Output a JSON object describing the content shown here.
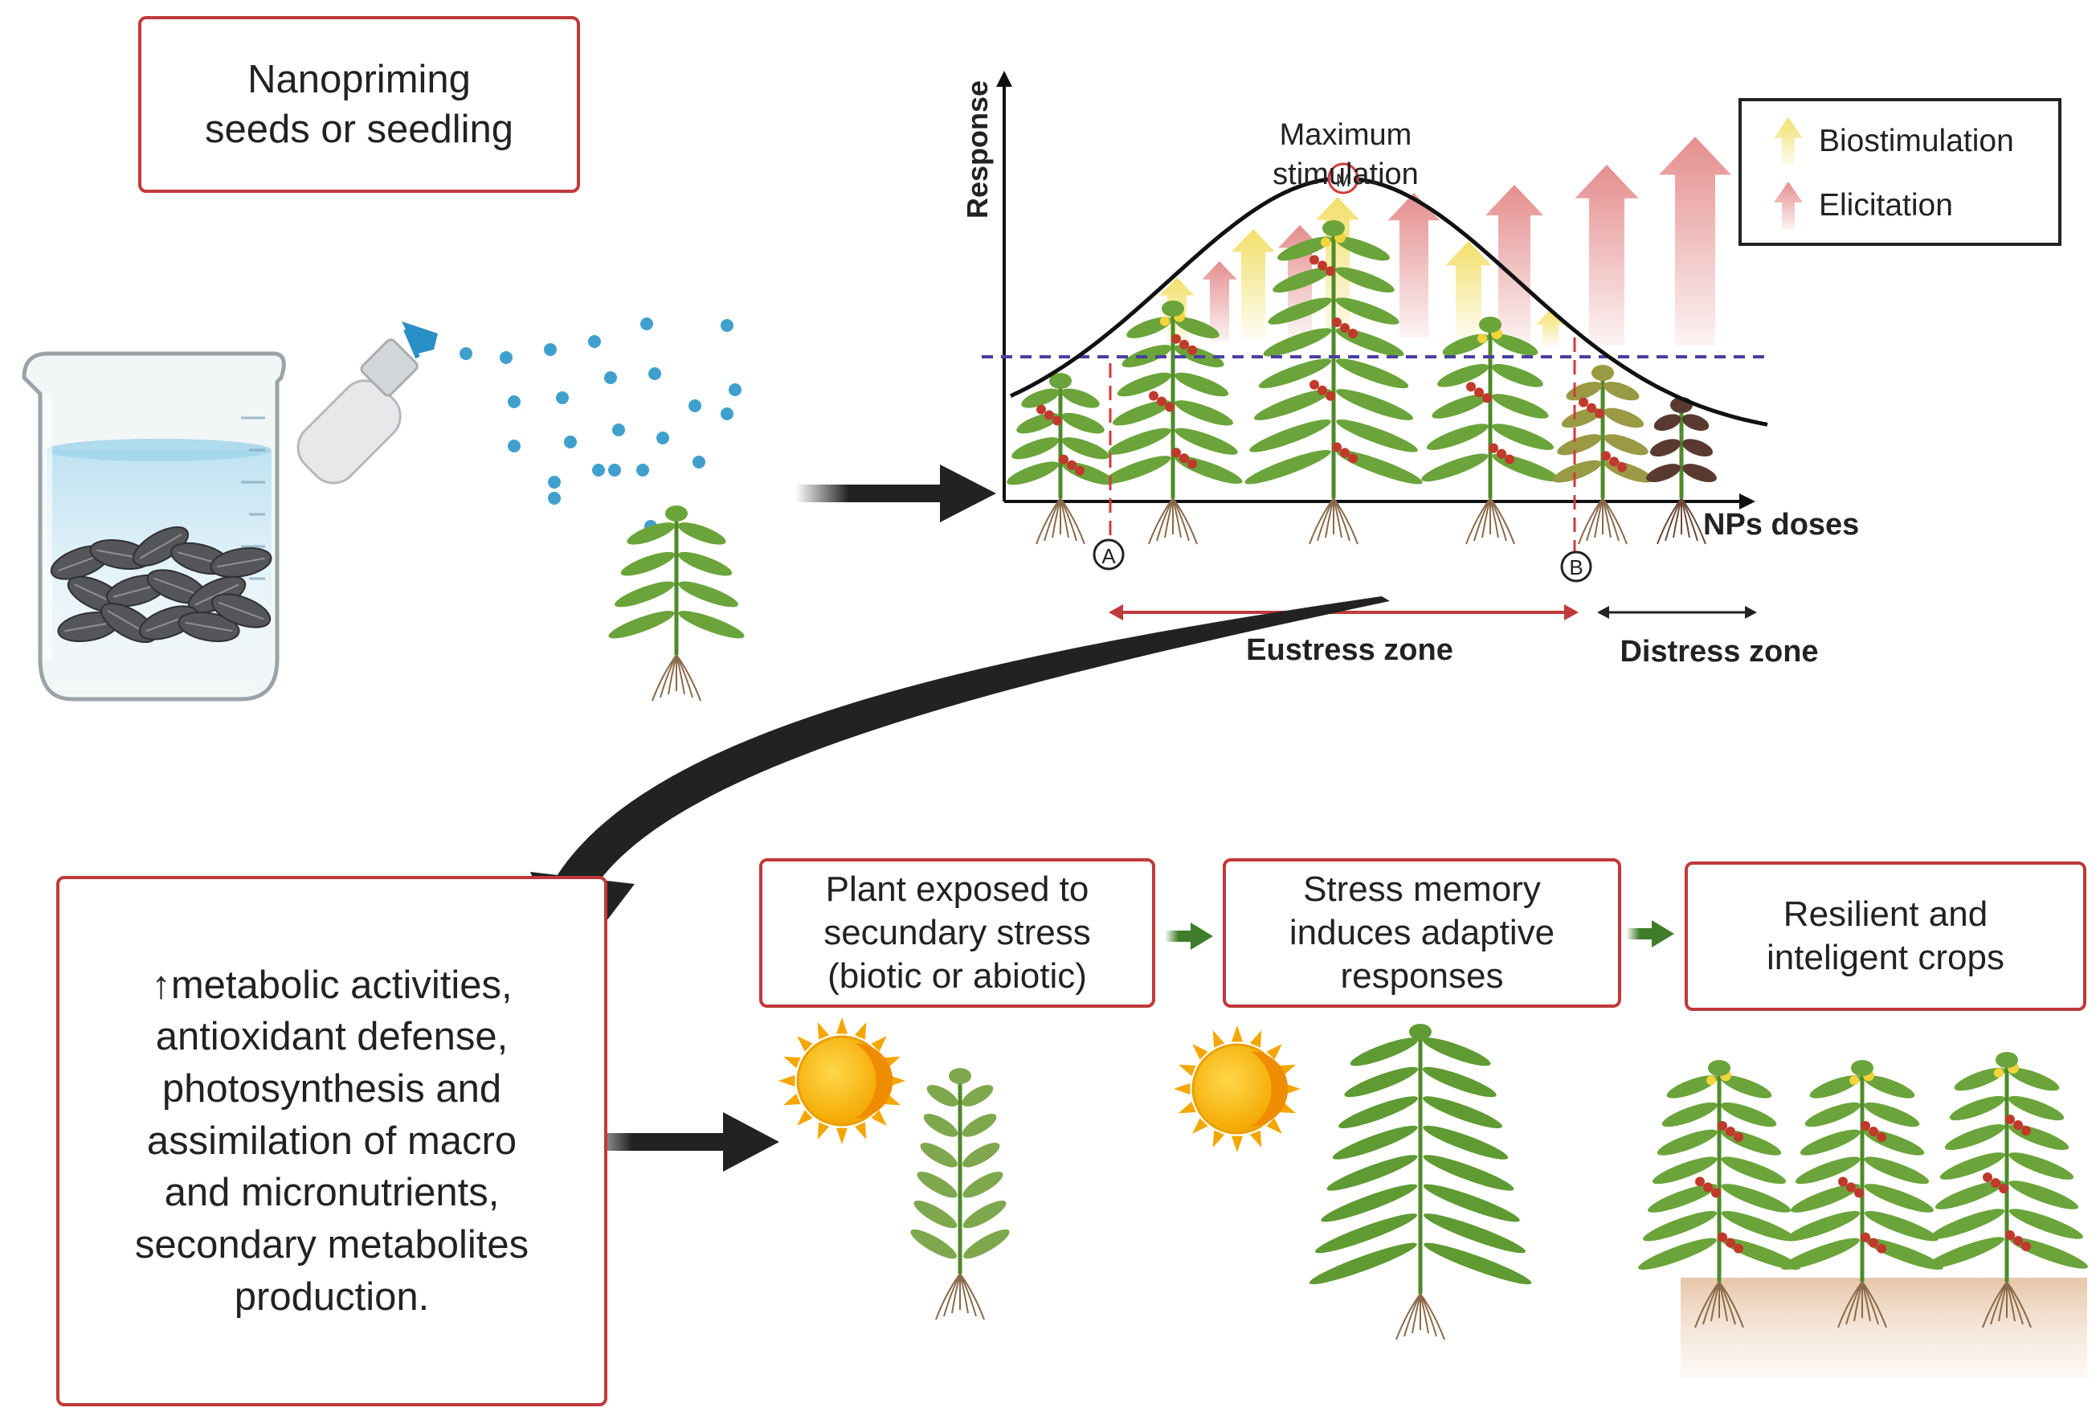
{
  "nanopriming_box": {
    "text": "Nanopriming\nseeds or seedling"
  },
  "chart": {
    "max_label": "Maximum\nstimulation",
    "y_axis_label": "Response",
    "x_axis_label": "NPs doses",
    "point_a": "A",
    "point_b": "B",
    "point_m": "M",
    "eustress_label": "Eustress zone",
    "distress_label": "Distress zone",
    "curve_color": "#111111",
    "threshold_color": "#4a3f9e",
    "eustress_color": "#c0393b"
  },
  "legend": {
    "items": [
      {
        "label": "Biostimulation",
        "color": "#f2df6a"
      },
      {
        "label": "Elicitation",
        "color": "#e58e8e"
      }
    ]
  },
  "effects_box": {
    "text": "↑metabolic activities,\nantioxidant defense,\nphotosynthesis and\nassimilation of macro\nand micronutrients,\nsecondary metabolites\nproduction."
  },
  "steps": [
    {
      "text": "Plant exposed to\nsecundary stress\n(biotic or abiotic)"
    },
    {
      "text": "Stress memory\ninduces adaptive\nresponses"
    },
    {
      "text": "Resilient and\ninteligent crops"
    }
  ],
  "colors": {
    "box_border": "#c0393b",
    "arrow": "#222222",
    "small_arrow": "#3f7d2a",
    "leaf": "#6ba43a",
    "fruit": "#c0392b",
    "droplet": "#1f8fc4"
  }
}
